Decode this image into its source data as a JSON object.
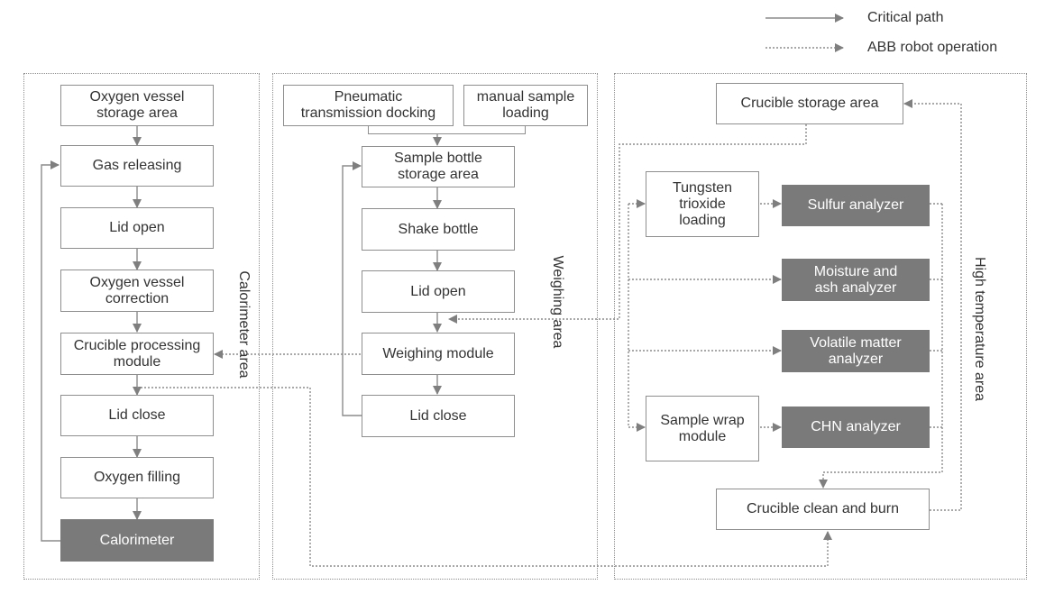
{
  "legend": {
    "critical_path": "Critical path",
    "robot_operation": "ABB robot operation"
  },
  "areas": {
    "calorimeter": "Calorimeter area",
    "weighing": "Weighing area",
    "high_temperature": "High temperature area"
  },
  "calorimeter_nodes": {
    "oxygen_vessel_storage": "Oxygen vessel\nstorage area",
    "gas_releasing": "Gas releasing",
    "lid_open": "Lid open",
    "oxygen_vessel_correction": "Oxygen vessel\ncorrection",
    "crucible_processing": "Crucible processing\nmodule",
    "lid_close": "Lid close",
    "oxygen_filling": "Oxygen filling",
    "calorimeter": "Calorimeter"
  },
  "weighing_nodes": {
    "pneumatic_docking": "Pneumatic\ntransmission docking",
    "manual_loading": "manual sample\nloading",
    "sample_bottle_storage": "Sample bottle\nstorage area",
    "shake_bottle": "Shake bottle",
    "lid_open": "Lid open",
    "weighing_module": "Weighing module",
    "lid_close": "Lid close"
  },
  "high_temp_nodes": {
    "crucible_storage": "Crucible storage area",
    "tungsten_loading": "Tungsten\ntrioxide\nloading",
    "sulfur_analyzer": "Sulfur analyzer",
    "moisture_ash_analyzer": "Moisture and\nash analyzer",
    "volatile_analyzer": "Volatile matter\nanalyzer",
    "sample_wrap": "Sample wrap\nmodule",
    "chn_analyzer": "CHN analyzer",
    "crucible_clean_burn": "Crucible clean and burn"
  },
  "colors": {
    "line": "#8c8c8c",
    "box_border": "#8e8e8e",
    "dark_fill": "#7a7a7a",
    "text": "#333333"
  }
}
